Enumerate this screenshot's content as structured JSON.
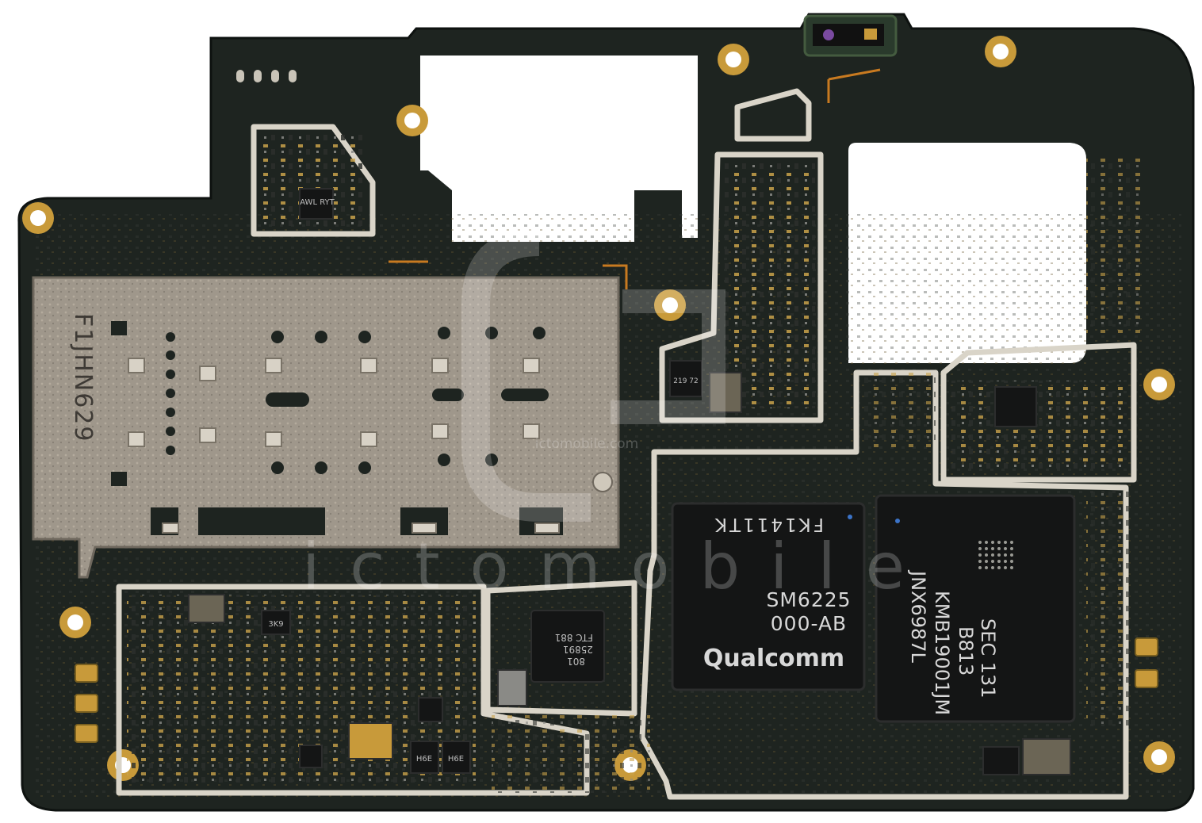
{
  "image": {
    "subject": "smartphone-main-logic-board",
    "colors": {
      "board": "#1e2420",
      "board_edge": "#101412",
      "shield_frame": "#d9d4c8",
      "gold": "#c89a3a",
      "sim_tray": "#9d958a",
      "chip": "#141515"
    }
  },
  "labels": {
    "sim_tray_code": "F1JHN629",
    "watermark_site": "ictomobile.com",
    "watermark_big": "ictomobile",
    "soc": {
      "line1": "FK1411TK",
      "line2": "SM6225",
      "line3": "000-AB",
      "brand": "Qualcomm"
    },
    "memory": {
      "line1": "SEC 131",
      "line2": "B813",
      "line3": "KMB19001JM",
      "line4": "JNX6987L"
    },
    "pmic": {
      "line1": "801",
      "line2": "25891",
      "line3": "FTC 881"
    },
    "small_chip_a": "AWL RYT",
    "small_chip_b": "3K9",
    "small_chip_c": "H6E",
    "small_chip_d": "H6E",
    "small_chip_e": "219 72"
  }
}
